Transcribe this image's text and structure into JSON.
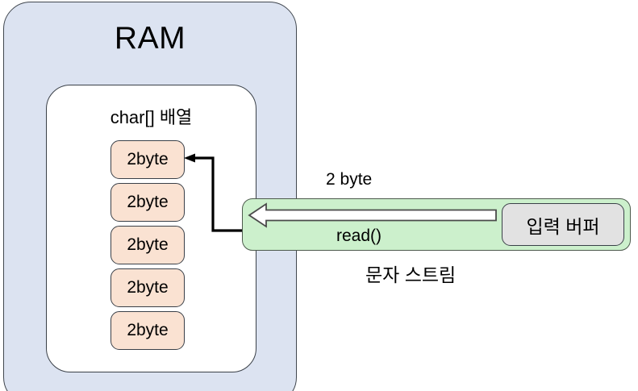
{
  "diagram": {
    "title": "RAM",
    "ram": {
      "label": "RAM",
      "fill_color": "#dce3f1",
      "border_color": "#41474f"
    },
    "array_container": {
      "label": "char[] 배열",
      "fill_color": "#ffffff",
      "border_color": "#3a4048",
      "cells": [
        {
          "label": "2byte"
        },
        {
          "label": "2byte"
        },
        {
          "label": "2byte"
        },
        {
          "label": "2byte"
        },
        {
          "label": "2byte"
        }
      ],
      "cell_fill_color": "#fae2d2"
    },
    "stream": {
      "label": "문자 스트림",
      "method_label": "read()",
      "transfer_label": "2 byte",
      "fill_color": "#ccf0cc",
      "border_color": "#4d5a4d",
      "arrow_direction": "left",
      "arrow_fill_color": "#ffffff"
    },
    "buffer": {
      "label": "입력 버퍼",
      "fill_color": "#e2e2e2",
      "border_color": "#3a4048"
    },
    "connector": {
      "from": "stream",
      "to": "array-cell-0",
      "style": "elbow-arrow",
      "color": "#000000"
    }
  }
}
